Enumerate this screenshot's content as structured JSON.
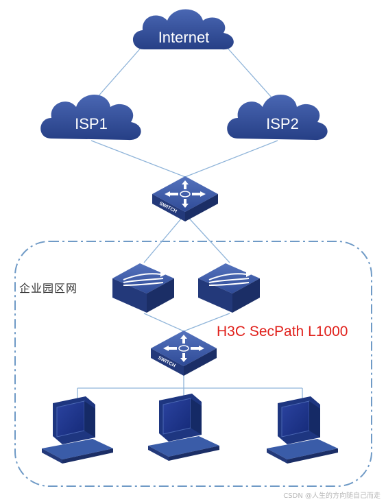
{
  "nodes": {
    "internet": {
      "label": "Internet",
      "type": "cloud"
    },
    "isp1": {
      "label": "ISP1",
      "type": "cloud"
    },
    "isp2": {
      "label": "ISP2",
      "type": "cloud"
    },
    "top_switch": {
      "label": "SWITCH",
      "type": "switch"
    },
    "router_left": {
      "type": "router"
    },
    "router_right": {
      "type": "router"
    },
    "core_switch": {
      "label": "SWITCH",
      "type": "switch"
    },
    "pc_left": {
      "type": "computer"
    },
    "pc_middle": {
      "type": "computer"
    },
    "pc_right": {
      "type": "computer"
    }
  },
  "labels": {
    "campus": "企业园区网",
    "device_model": "H3C SecPath L1000"
  },
  "watermark": "CSDN @人生的方向随自己而走",
  "colors": {
    "cloud": "#2f4a97",
    "device_top": "#3a5ca8",
    "device_side": "#23397a",
    "line": "#8fb4d9",
    "boundary": "#6f9ac6",
    "model_text": "#e0201b"
  }
}
